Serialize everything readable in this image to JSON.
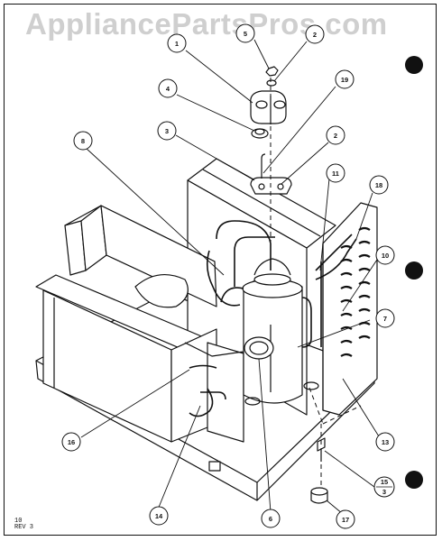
{
  "watermark": "AppliancePartsPros.com",
  "footer": {
    "line1": "10",
    "line2": "REV 3"
  },
  "callouts": {
    "c1": "1",
    "c5": "5",
    "c2a": "2",
    "c19": "19",
    "c4": "4",
    "c3": "3",
    "c2b": "2",
    "c8": "8",
    "c11": "11",
    "c18": "18",
    "c10": "10",
    "c7": "7",
    "c13": "13",
    "c15a": "15",
    "c15b": "16",
    "c15sub": "3",
    "c14": "14",
    "c6": "6",
    "c17": "17"
  }
}
